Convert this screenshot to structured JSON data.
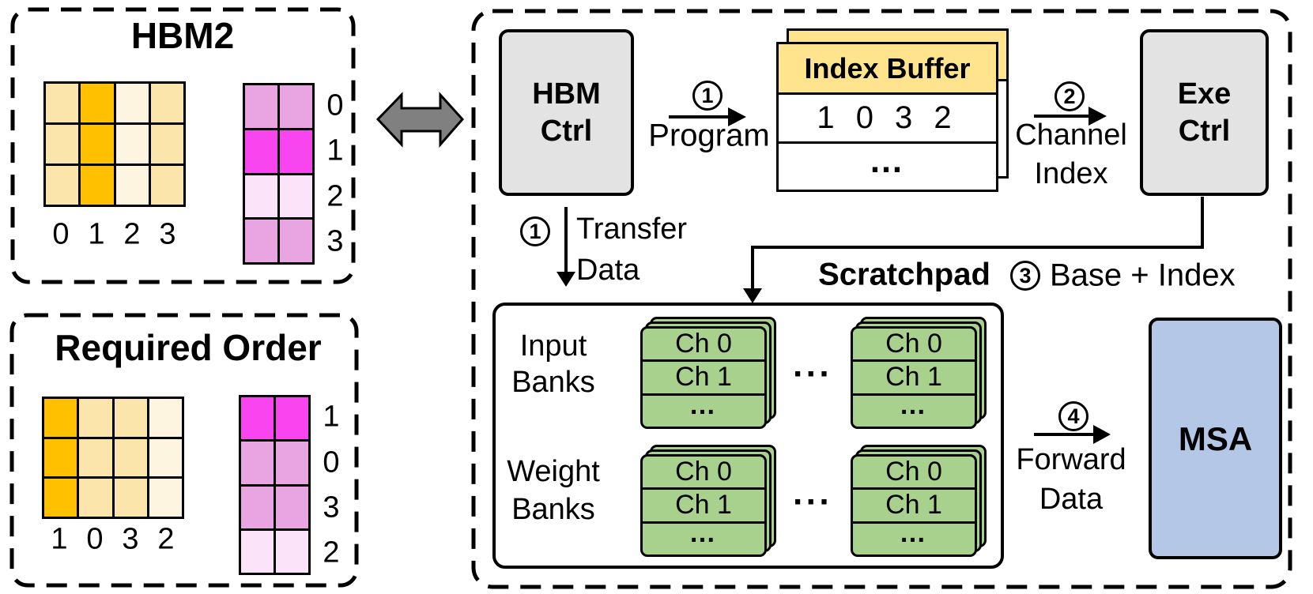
{
  "palette": {
    "orange_bright": "#FFC000",
    "orange_light": "#FBE5AA",
    "orange_lightest": "#FDF5DF",
    "pink_orchid": "#E8A5E2",
    "pink_magenta": "#F845F0",
    "pink_lightest": "#FBE3F9",
    "grey_box": "#E3E3E3",
    "yellow_header": "#FFE48D",
    "green_bank": "#A9D18E",
    "blue_msa": "#B4C7E7",
    "arrow_grey": "#808080"
  },
  "hbm2": {
    "title": "HBM2",
    "col_labels": [
      "0",
      "1",
      "2",
      "3"
    ],
    "row_labels": [
      "0",
      "1",
      "2",
      "3"
    ]
  },
  "required_order": {
    "title": "Required Order",
    "col_labels": [
      "1",
      "0",
      "3",
      "2"
    ],
    "row_labels": [
      "1",
      "0",
      "3",
      "2"
    ]
  },
  "system": {
    "hbm_ctrl": {
      "line1": "HBM",
      "line2": "Ctrl"
    },
    "exe_ctrl": {
      "line1": "Exe",
      "line2": "Ctrl"
    },
    "index_buffer": {
      "header": "Index Buffer",
      "row1": "1 0 3 2",
      "row2": "…"
    },
    "msa_label": "MSA",
    "steps": {
      "program": {
        "num": "1",
        "label": "Program"
      },
      "transfer": {
        "num": "1",
        "line1": "Transfer",
        "line2": "Data"
      },
      "channel": {
        "num": "2",
        "line1": "Channel",
        "line2": "Index"
      },
      "base_index": {
        "num": "3",
        "label": "Base + Index"
      },
      "forward": {
        "num": "4",
        "line1": "Forward",
        "line2": "Data"
      }
    },
    "scratchpad": {
      "title": "Scratchpad",
      "input_label": {
        "line1": "Input",
        "line2": "Banks"
      },
      "weight_label": {
        "line1": "Weight",
        "line2": "Banks"
      },
      "bank_rows": [
        "Ch 0",
        "Ch 1",
        "…"
      ],
      "dots_separator": "···"
    }
  }
}
